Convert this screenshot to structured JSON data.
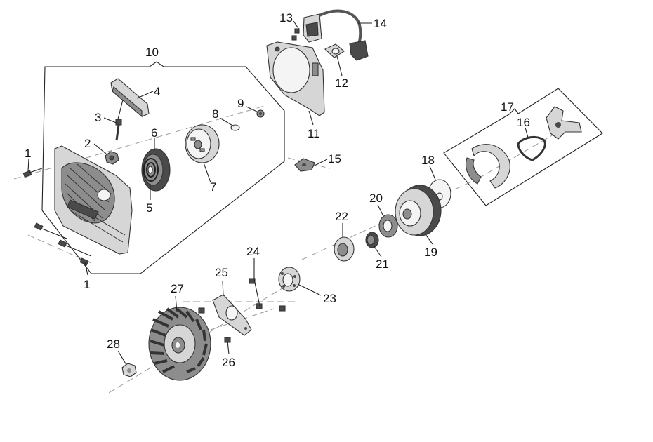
{
  "callouts": {
    "c1a": "1",
    "c1b": "1",
    "c2": "2",
    "c3": "3",
    "c4": "4",
    "c5": "5",
    "c6": "6",
    "c7": "7",
    "c8": "8",
    "c9": "9",
    "c10": "10",
    "c11": "11",
    "c12": "12",
    "c13": "13",
    "c14": "14",
    "c15": "15",
    "c16": "16",
    "c17": "17",
    "c18": "18",
    "c19": "19",
    "c20": "20",
    "c21": "21",
    "c22": "22",
    "c23": "23",
    "c24": "24",
    "c25": "25",
    "c26": "26",
    "c27": "27",
    "c28": "28"
  },
  "parts": {
    "p1": "screw-icon",
    "p2": "pulley-nut-icon",
    "p3": "screw-icon",
    "p4": "starter-handle-icon",
    "p5": "rewind-spring-icon",
    "p6": "spring-case-icon",
    "p7": "starter-pulley-icon",
    "p8": "washer-icon",
    "p9": "screw-icon",
    "p10": "starter-housing-icon",
    "p11": "clutch-cover-plate-icon",
    "p12": "bushing-icon",
    "p13": "screw-icon",
    "p14": "ignition-coil-icon",
    "p15": "anti-vibration-buffer-icon",
    "p16": "clutch-spring-icon",
    "p17": "clutch-assembly-icon",
    "p18": "washer-icon",
    "p19": "clutch-drum-icon",
    "p20": "rim-sprocket-icon",
    "p21": "needle-bearing-icon",
    "p22": "oil-pump-drive-icon",
    "p23": "oil-seal-plate-icon",
    "p24": "screw-icon",
    "p25": "gasket-icon",
    "p26": "screw-icon",
    "p27": "flywheel-icon",
    "p28": "flywheel-nut-icon"
  }
}
